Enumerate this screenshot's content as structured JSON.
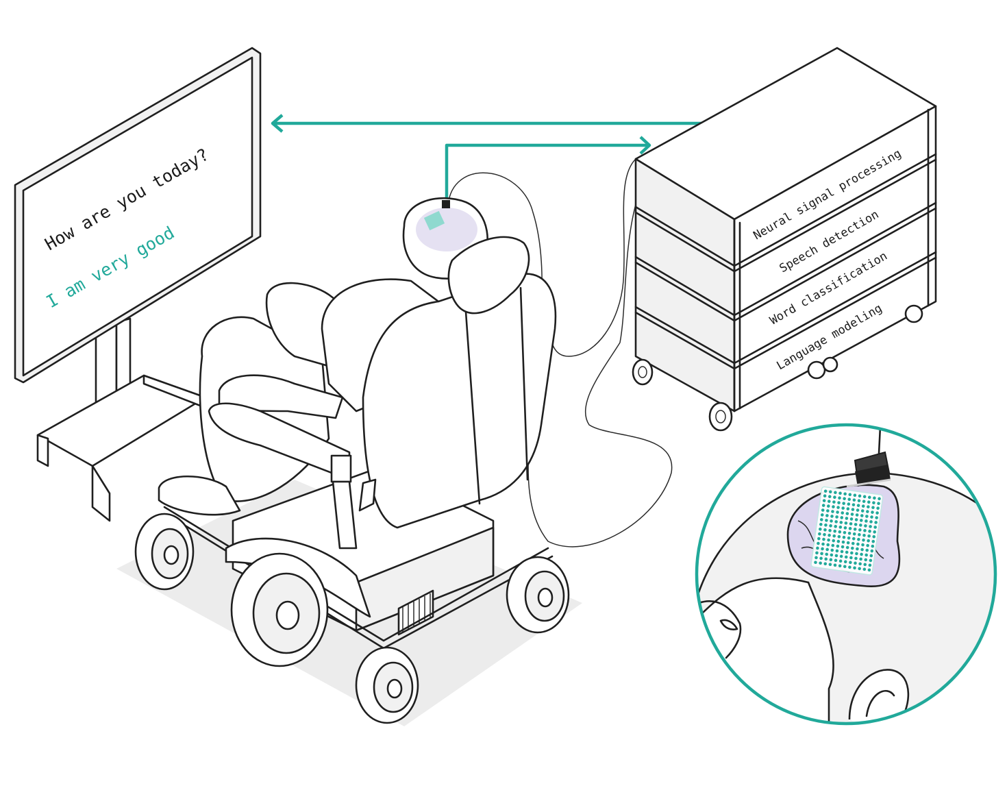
{
  "screen": {
    "question": "How are you today?",
    "answer": "I am very good"
  },
  "processing_stages": [
    "Neural signal processing",
    "Speech detection",
    "Word classification",
    "Language modeling"
  ],
  "colors": {
    "accent": "#21a99a",
    "text": "#1a1a1a",
    "brain": "#cfc8e8",
    "floor_shadow": "#ececec"
  },
  "icons": [
    "display-monitor",
    "wheelchair-user",
    "processing-cart",
    "electrode-array",
    "head-closeup"
  ]
}
